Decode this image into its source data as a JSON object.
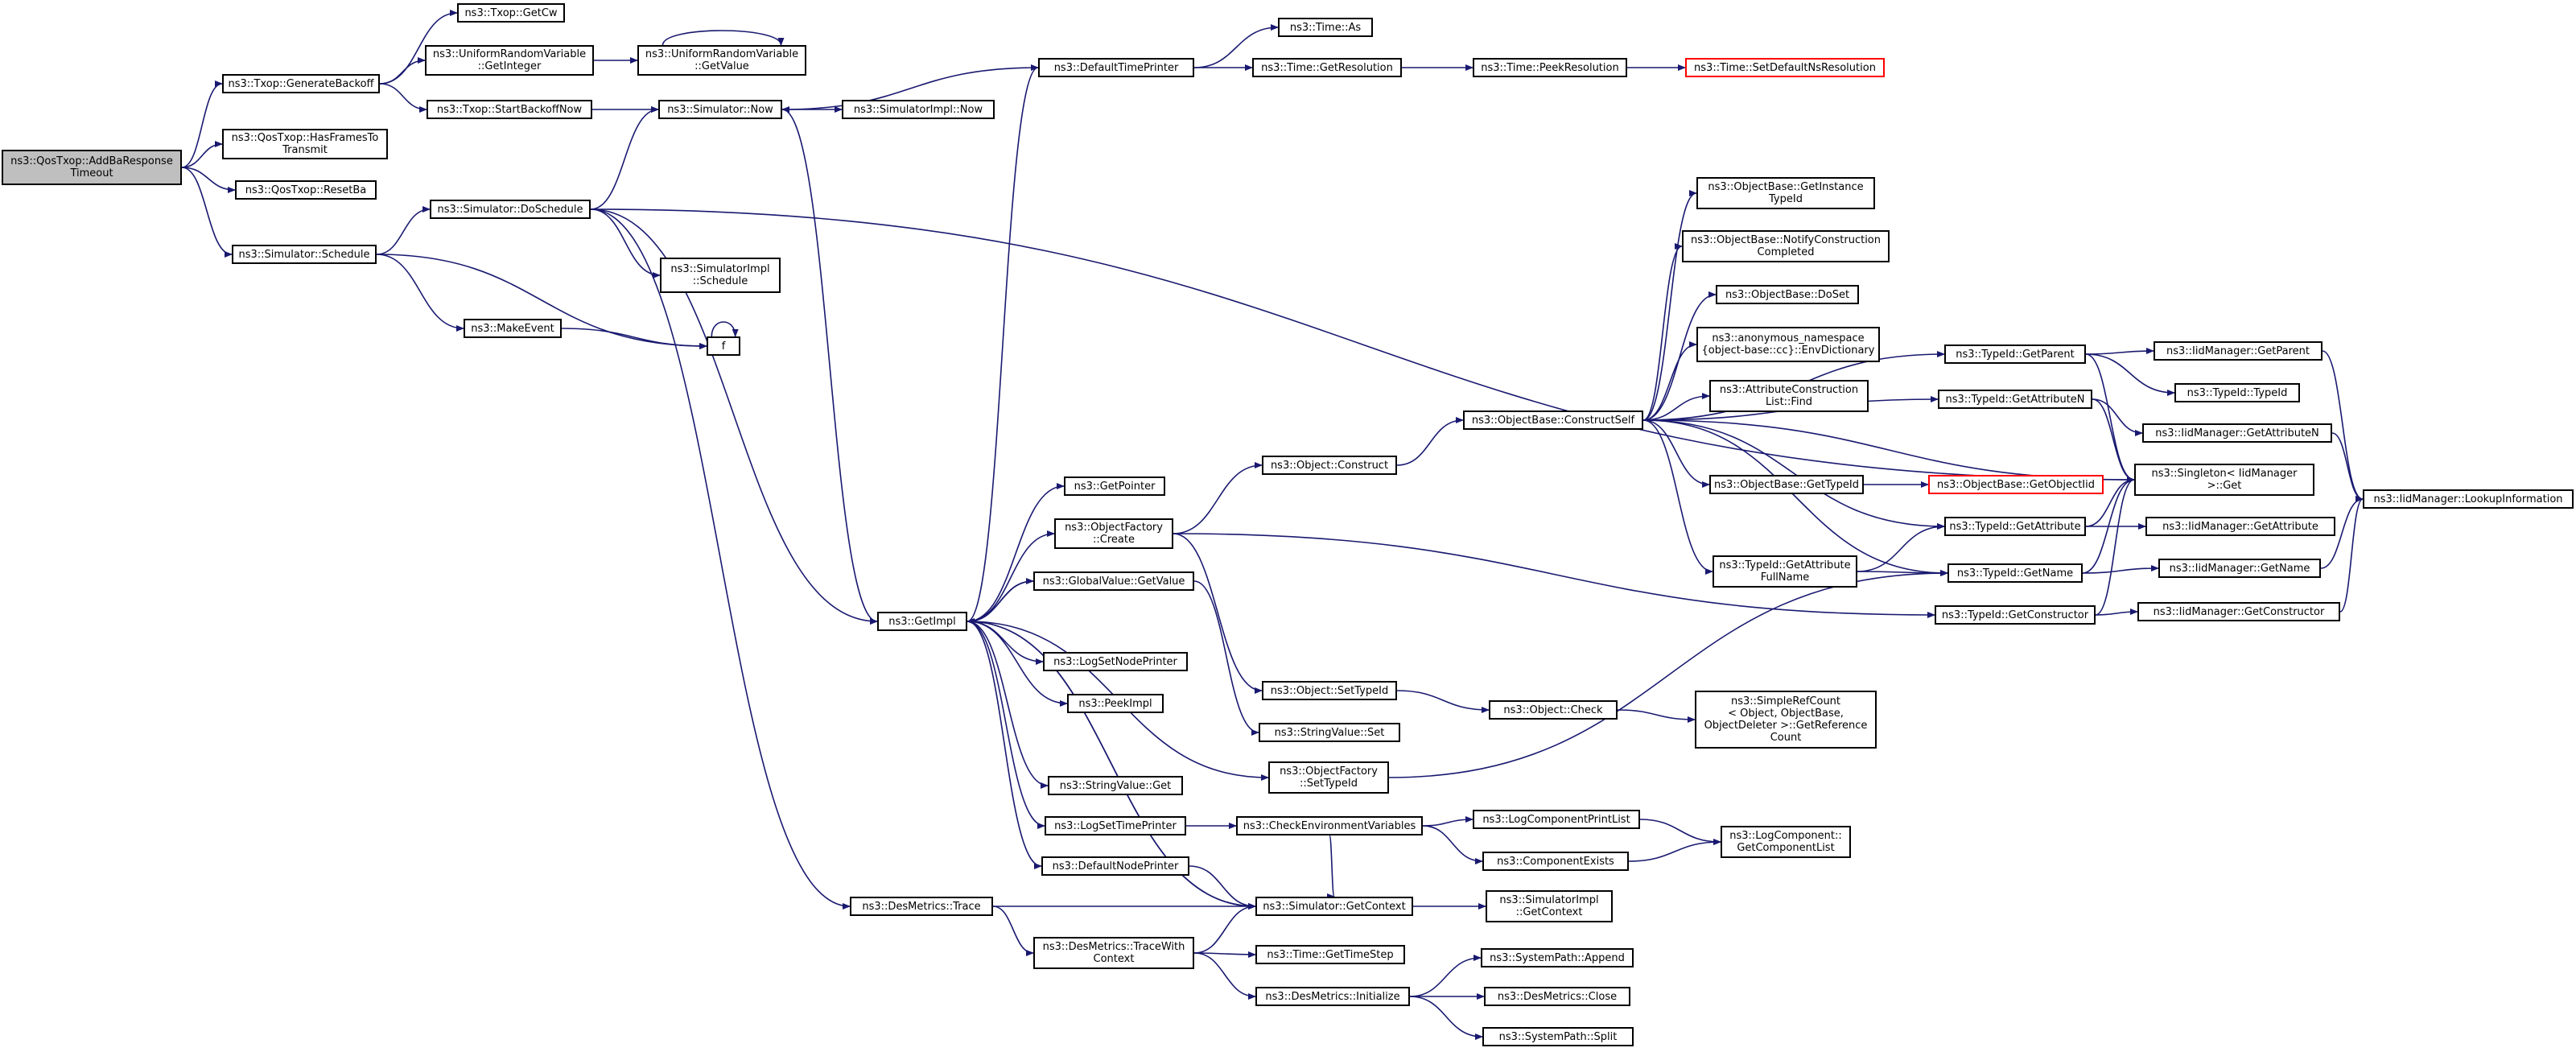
{
  "graph": {
    "edge_color": "#191970",
    "nodes": [
      {
        "id": "qos_addba",
        "label": "ns3::QosTxop::AddBaResponse\nTimeout",
        "kind": "root"
      },
      {
        "id": "txop_genbackoff",
        "label": "ns3::Txop::GenerateBackoff"
      },
      {
        "id": "qos_hasframes",
        "label": "ns3::QosTxop::HasFramesTo\nTransmit"
      },
      {
        "id": "qos_resetba",
        "label": "ns3::QosTxop::ResetBa"
      },
      {
        "id": "sim_schedule",
        "label": "ns3::Simulator::Schedule"
      },
      {
        "id": "txop_getcw",
        "label": "ns3::Txop::GetCw"
      },
      {
        "id": "urv_getinteger",
        "label": "ns3::UniformRandomVariable\n::GetInteger"
      },
      {
        "id": "txop_startbackoff",
        "label": "ns3::Txop::StartBackoffNow"
      },
      {
        "id": "urv_getvalue",
        "label": "ns3::UniformRandomVariable\n::GetValue"
      },
      {
        "id": "sim_now",
        "label": "ns3::Simulator::Now"
      },
      {
        "id": "simimpl_now",
        "label": "ns3::SimulatorImpl::Now"
      },
      {
        "id": "sim_doschedule",
        "label": "ns3::Simulator::DoSchedule"
      },
      {
        "id": "simimpl_schedule",
        "label": "ns3::SimulatorImpl\n::Schedule"
      },
      {
        "id": "makeevent",
        "label": "ns3::MakeEvent"
      },
      {
        "id": "f",
        "label": "f"
      },
      {
        "id": "defaulttimeprinter",
        "label": "ns3::DefaultTimePrinter"
      },
      {
        "id": "time_as",
        "label": "ns3::Time::As"
      },
      {
        "id": "time_getres",
        "label": "ns3::Time::GetResolution"
      },
      {
        "id": "time_peekres",
        "label": "ns3::Time::PeekResolution"
      },
      {
        "id": "time_setdefault",
        "label": "ns3::Time::SetDefaultNsResolution",
        "kind": "ext"
      },
      {
        "id": "getimpl",
        "label": "ns3::GetImpl"
      },
      {
        "id": "getpointer",
        "label": "ns3::GetPointer"
      },
      {
        "id": "objfactory_create",
        "label": "ns3::ObjectFactory\n::Create"
      },
      {
        "id": "globalvalue_get",
        "label": "ns3::GlobalValue::GetValue"
      },
      {
        "id": "logsetnodeprinter",
        "label": "ns3::LogSetNodePrinter"
      },
      {
        "id": "peekimpl",
        "label": "ns3::PeekImpl"
      },
      {
        "id": "stringvalue_get",
        "label": "ns3::StringValue::Get"
      },
      {
        "id": "logsettimeprinter",
        "label": "ns3::LogSetTimePrinter"
      },
      {
        "id": "defaultnodeprinter",
        "label": "ns3::DefaultNodePrinter"
      },
      {
        "id": "desmetrics_trace",
        "label": "ns3::DesMetrics::Trace"
      },
      {
        "id": "desmetrics_tracewith",
        "label": "ns3::DesMetrics::TraceWith\nContext"
      },
      {
        "id": "object_construct",
        "label": "ns3::Object::Construct"
      },
      {
        "id": "object_settypeid",
        "label": "ns3::Object::SetTypeId"
      },
      {
        "id": "stringvalue_set",
        "label": "ns3::StringValue::Set"
      },
      {
        "id": "objfactory_settypeid",
        "label": "ns3::ObjectFactory\n::SetTypeId"
      },
      {
        "id": "checkenv",
        "label": "ns3::CheckEnvironmentVariables"
      },
      {
        "id": "sim_getcontext",
        "label": "ns3::Simulator::GetContext"
      },
      {
        "id": "time_gettimestep",
        "label": "ns3::Time::GetTimeStep"
      },
      {
        "id": "desmetrics_init",
        "label": "ns3::DesMetrics::Initialize"
      },
      {
        "id": "objbase_getinstance",
        "label": "ns3::ObjectBase::GetInstance\nTypeId"
      },
      {
        "id": "objbase_notify",
        "label": "ns3::ObjectBase::NotifyConstruction\nCompleted"
      },
      {
        "id": "objbase_doset",
        "label": "ns3::ObjectBase::DoSet"
      },
      {
        "id": "anon_envdict",
        "label": "ns3::anonymous_namespace\n{object-base::cc}::EnvDictionary"
      },
      {
        "id": "attrconst_find",
        "label": "ns3::AttributeConstruction\nList::Find"
      },
      {
        "id": "objbase_constructself",
        "label": "ns3::ObjectBase::ConstructSelf"
      },
      {
        "id": "objbase_gettypeid",
        "label": "ns3::ObjectBase::GetTypeId"
      },
      {
        "id": "typeid_getattrfull",
        "label": "ns3::TypeId::GetAttribute\nFullName"
      },
      {
        "id": "object_check",
        "label": "ns3::Object::Check"
      },
      {
        "id": "simplerefcount",
        "label": "ns3::SimpleRefCount\n< Object, ObjectBase,\nObjectDeleter >::GetReference\nCount"
      },
      {
        "id": "logcompprintlist",
        "label": "ns3::LogComponentPrintList"
      },
      {
        "id": "componentexists",
        "label": "ns3::ComponentExists"
      },
      {
        "id": "logcomp_getlist",
        "label": "ns3::LogComponent::\nGetComponentList"
      },
      {
        "id": "simimpl_getcontext",
        "label": "ns3::SimulatorImpl\n::GetContext"
      },
      {
        "id": "systempath_append",
        "label": "ns3::SystemPath::Append"
      },
      {
        "id": "desmetrics_close",
        "label": "ns3::DesMetrics::Close"
      },
      {
        "id": "systempath_split",
        "label": "ns3::SystemPath::Split"
      },
      {
        "id": "objbase_getobjectiid",
        "label": "ns3::ObjectBase::GetObjectIid",
        "kind": "ext"
      },
      {
        "id": "typeid_getparent",
        "label": "ns3::TypeId::GetParent"
      },
      {
        "id": "typeid_getattrn",
        "label": "ns3::TypeId::GetAttributeN"
      },
      {
        "id": "typeid_getattr",
        "label": "ns3::TypeId::GetAttribute"
      },
      {
        "id": "typeid_getname",
        "label": "ns3::TypeId::GetName"
      },
      {
        "id": "typeid_getconstructor",
        "label": "ns3::TypeId::GetConstructor"
      },
      {
        "id": "iid_getparent",
        "label": "ns3::IidManager::GetParent"
      },
      {
        "id": "typeid_typeid",
        "label": "ns3::TypeId::TypeId"
      },
      {
        "id": "iid_getattrn",
        "label": "ns3::IidManager::GetAttributeN"
      },
      {
        "id": "singleton_get",
        "label": "ns3::Singleton< IidManager\n>::Get"
      },
      {
        "id": "iid_getattr",
        "label": "ns3::IidManager::GetAttribute"
      },
      {
        "id": "iid_getname",
        "label": "ns3::IidManager::GetName"
      },
      {
        "id": "iid_getconstructor",
        "label": "ns3::IidManager::GetConstructor"
      },
      {
        "id": "iid_lookup",
        "label": "ns3::IidManager::LookupInformation"
      }
    ],
    "edges": [
      [
        "qos_addba",
        "txop_genbackoff"
      ],
      [
        "qos_addba",
        "qos_hasframes"
      ],
      [
        "qos_addba",
        "qos_resetba"
      ],
      [
        "qos_addba",
        "sim_schedule"
      ],
      [
        "txop_genbackoff",
        "txop_getcw"
      ],
      [
        "txop_genbackoff",
        "urv_getinteger"
      ],
      [
        "txop_genbackoff",
        "txop_startbackoff"
      ],
      [
        "urv_getinteger",
        "urv_getvalue"
      ],
      [
        "urv_getvalue",
        "urv_getvalue"
      ],
      [
        "txop_startbackoff",
        "sim_now"
      ],
      [
        "sim_schedule",
        "sim_doschedule"
      ],
      [
        "sim_schedule",
        "makeevent"
      ],
      [
        "sim_schedule",
        "f"
      ],
      [
        "makeevent",
        "f"
      ],
      [
        "f",
        "f"
      ],
      [
        "sim_doschedule",
        "sim_now"
      ],
      [
        "sim_doschedule",
        "simimpl_schedule"
      ],
      [
        "sim_doschedule",
        "getimpl"
      ],
      [
        "sim_doschedule",
        "desmetrics_trace"
      ],
      [
        "sim_doschedule",
        "singleton_get"
      ],
      [
        "sim_now",
        "simimpl_now"
      ],
      [
        "sim_now",
        "getimpl"
      ],
      [
        "defaulttimeprinter",
        "sim_now"
      ],
      [
        "defaulttimeprinter",
        "time_as"
      ],
      [
        "defaulttimeprinter",
        "time_getres"
      ],
      [
        "time_getres",
        "time_peekres"
      ],
      [
        "time_peekres",
        "time_setdefault"
      ],
      [
        "getimpl",
        "defaulttimeprinter"
      ],
      [
        "getimpl",
        "getpointer"
      ],
      [
        "getimpl",
        "objfactory_create"
      ],
      [
        "getimpl",
        "globalvalue_get"
      ],
      [
        "getimpl",
        "logsetnodeprinter"
      ],
      [
        "getimpl",
        "peekimpl"
      ],
      [
        "getimpl",
        "stringvalue_get"
      ],
      [
        "getimpl",
        "logsettimeprinter"
      ],
      [
        "getimpl",
        "defaultnodeprinter"
      ],
      [
        "getimpl",
        "sim_getcontext"
      ],
      [
        "getimpl",
        "objfactory_settypeid"
      ],
      [
        "objfactory_create",
        "object_construct"
      ],
      [
        "objfactory_create",
        "object_settypeid"
      ],
      [
        "objfactory_create",
        "typeid_getconstructor"
      ],
      [
        "globalvalue_get",
        "stringvalue_set"
      ],
      [
        "globalvalue_get",
        "getimpl"
      ],
      [
        "logsettimeprinter",
        "checkenv"
      ],
      [
        "checkenv",
        "logcompprintlist"
      ],
      [
        "checkenv",
        "componentexists"
      ],
      [
        "checkenv",
        "sim_getcontext"
      ],
      [
        "logcompprintlist",
        "logcomp_getlist"
      ],
      [
        "componentexists",
        "logcomp_getlist"
      ],
      [
        "defaultnodeprinter",
        "sim_getcontext"
      ],
      [
        "desmetrics_trace",
        "sim_getcontext"
      ],
      [
        "desmetrics_trace",
        "desmetrics_tracewith"
      ],
      [
        "desmetrics_tracewith",
        "sim_getcontext"
      ],
      [
        "desmetrics_tracewith",
        "time_gettimestep"
      ],
      [
        "desmetrics_tracewith",
        "desmetrics_init"
      ],
      [
        "sim_getcontext",
        "simimpl_getcontext"
      ],
      [
        "sim_getcontext",
        "getimpl"
      ],
      [
        "desmetrics_init",
        "systempath_append"
      ],
      [
        "desmetrics_init",
        "desmetrics_close"
      ],
      [
        "desmetrics_init",
        "systempath_split"
      ],
      [
        "object_construct",
        "objbase_constructself"
      ],
      [
        "object_settypeid",
        "object_check"
      ],
      [
        "object_check",
        "simplerefcount"
      ],
      [
        "objfactory_settypeid",
        "typeid_getname"
      ],
      [
        "objbase_constructself",
        "objbase_getinstance"
      ],
      [
        "objbase_constructself",
        "objbase_notify"
      ],
      [
        "objbase_constructself",
        "objbase_doset"
      ],
      [
        "objbase_constructself",
        "anon_envdict"
      ],
      [
        "objbase_constructself",
        "attrconst_find"
      ],
      [
        "objbase_constructself",
        "objbase_gettypeid"
      ],
      [
        "objbase_constructself",
        "typeid_getattrfull"
      ],
      [
        "objbase_constructself",
        "typeid_getattrn"
      ],
      [
        "objbase_constructself",
        "typeid_getattr"
      ],
      [
        "objbase_constructself",
        "typeid_getname"
      ],
      [
        "objbase_constructself",
        "singleton_get"
      ],
      [
        "objbase_constructself",
        "typeid_getparent"
      ],
      [
        "objbase_gettypeid",
        "objbase_getobjectiid"
      ],
      [
        "typeid_getattrfull",
        "typeid_getattr"
      ],
      [
        "typeid_getattrfull",
        "typeid_getname"
      ],
      [
        "typeid_getparent",
        "iid_getparent"
      ],
      [
        "typeid_getparent",
        "typeid_typeid"
      ],
      [
        "typeid_getparent",
        "singleton_get"
      ],
      [
        "typeid_getattrn",
        "iid_getattrn"
      ],
      [
        "typeid_getattrn",
        "singleton_get"
      ],
      [
        "typeid_getattr",
        "iid_getattr"
      ],
      [
        "typeid_getattr",
        "singleton_get"
      ],
      [
        "typeid_getname",
        "iid_getname"
      ],
      [
        "typeid_getname",
        "singleton_get"
      ],
      [
        "typeid_getconstructor",
        "iid_getconstructor"
      ],
      [
        "typeid_getconstructor",
        "singleton_get"
      ],
      [
        "iid_getparent",
        "iid_lookup"
      ],
      [
        "iid_getattrn",
        "iid_lookup"
      ],
      [
        "iid_getname",
        "iid_lookup"
      ],
      [
        "iid_getconstructor",
        "iid_lookup"
      ]
    ]
  }
}
